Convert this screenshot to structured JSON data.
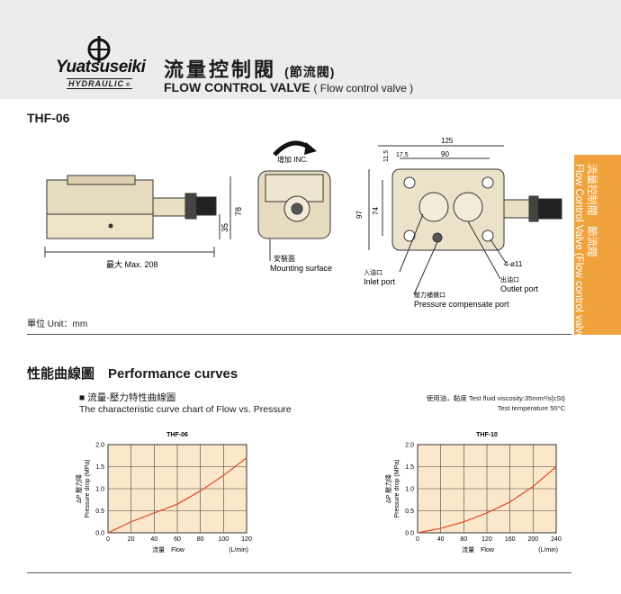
{
  "brand": {
    "name": "Yuatsuseiki",
    "sub": "HYDRAULIC",
    "reg": "®"
  },
  "title": {
    "zh": "流量控制閥",
    "zh_sub": "(節流閥)",
    "en": "FLOW CONTROL VALVE",
    "en_sub": "( Flow control valve )"
  },
  "model": "THF-06",
  "side_tab": {
    "zh": "流量控制閥　節流閥",
    "en": "Flow Control Valve (Flow control valve)"
  },
  "drawing": {
    "max_length": "最大 Max. 208",
    "dim_78": "78",
    "dim_35": "35",
    "inc_label": "增加 INC.",
    "mounting_surface_zh": "安裝面",
    "mounting_surface_en": "Mounting surface",
    "dim_125": "125",
    "dim_11_5": "11.5",
    "dim_17_5": "17.5",
    "dim_90": "90",
    "dim_97": "97",
    "dim_74": "74",
    "holes": "4-ø11",
    "inlet_zh": "入油口",
    "inlet_en": "Inlet port",
    "outlet_zh": "出油口",
    "outlet_en": "Outlet port",
    "comp_zh": "壓力補償口",
    "comp_en": "Pressure compensate port"
  },
  "unit": "單位 Unit：mm",
  "performance": {
    "title": "性能曲線圖　Performance curves",
    "curve_zh": "■ 流量-壓力特性曲線圖",
    "curve_en": "The characteristic curve chart of Flow vs. Pressure",
    "fluid": "使用油，黏度 Test fluid viscosity:35mm²/s{cSt}",
    "temp": "Test temperature 50°C"
  },
  "chart_data": [
    {
      "type": "line",
      "title": "THF-06",
      "xlabel": "流量　Flow",
      "xunit": "(L/min)",
      "ylabel": "ΔP 壓力降",
      "ylabel2": "Pressure drop (MPa)",
      "xlim": [
        0,
        120
      ],
      "ylim": [
        0,
        2.0
      ],
      "xticks": [
        "0",
        "20",
        "40",
        "60",
        "80",
        "100",
        "120"
      ],
      "yticks": [
        "0.0",
        "0.5",
        "1.0",
        "1.5",
        "2.0"
      ],
      "grid": true,
      "color": "#e04a2a",
      "series": [
        {
          "x": [
            0,
            20,
            40,
            60,
            80,
            100,
            120
          ],
          "y": [
            0.0,
            0.25,
            0.45,
            0.65,
            0.95,
            1.3,
            1.7
          ]
        }
      ]
    },
    {
      "type": "line",
      "title": "THF-10",
      "xlabel": "流量　Flow",
      "xunit": "(L/min)",
      "ylabel": "ΔP 壓力降",
      "ylabel2": "Pressure drop (MPa)",
      "xlim": [
        0,
        240
      ],
      "ylim": [
        0,
        2.0
      ],
      "xticks": [
        "0",
        "40",
        "80",
        "120",
        "160",
        "200",
        "240"
      ],
      "yticks": [
        "0.0",
        "0.5",
        "1.0",
        "1.5",
        "2.0"
      ],
      "grid": true,
      "color": "#e04a2a",
      "series": [
        {
          "x": [
            0,
            40,
            80,
            120,
            160,
            200,
            240
          ],
          "y": [
            0.0,
            0.1,
            0.25,
            0.45,
            0.7,
            1.05,
            1.5
          ]
        }
      ]
    }
  ]
}
